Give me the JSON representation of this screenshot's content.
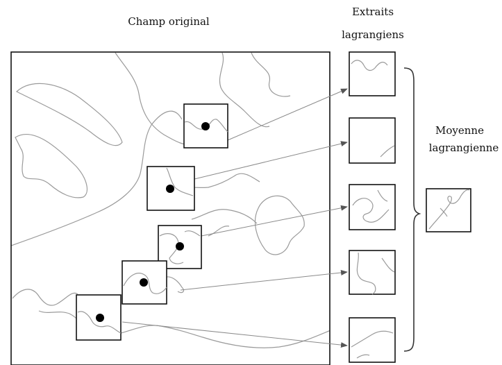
{
  "labels": {
    "original_field": "Champ original",
    "extracts_line1": "Extraits",
    "extracts_line2": "lagrangiens",
    "mean_line1": "Moyenne",
    "mean_line2": "lagrangienne"
  }
}
